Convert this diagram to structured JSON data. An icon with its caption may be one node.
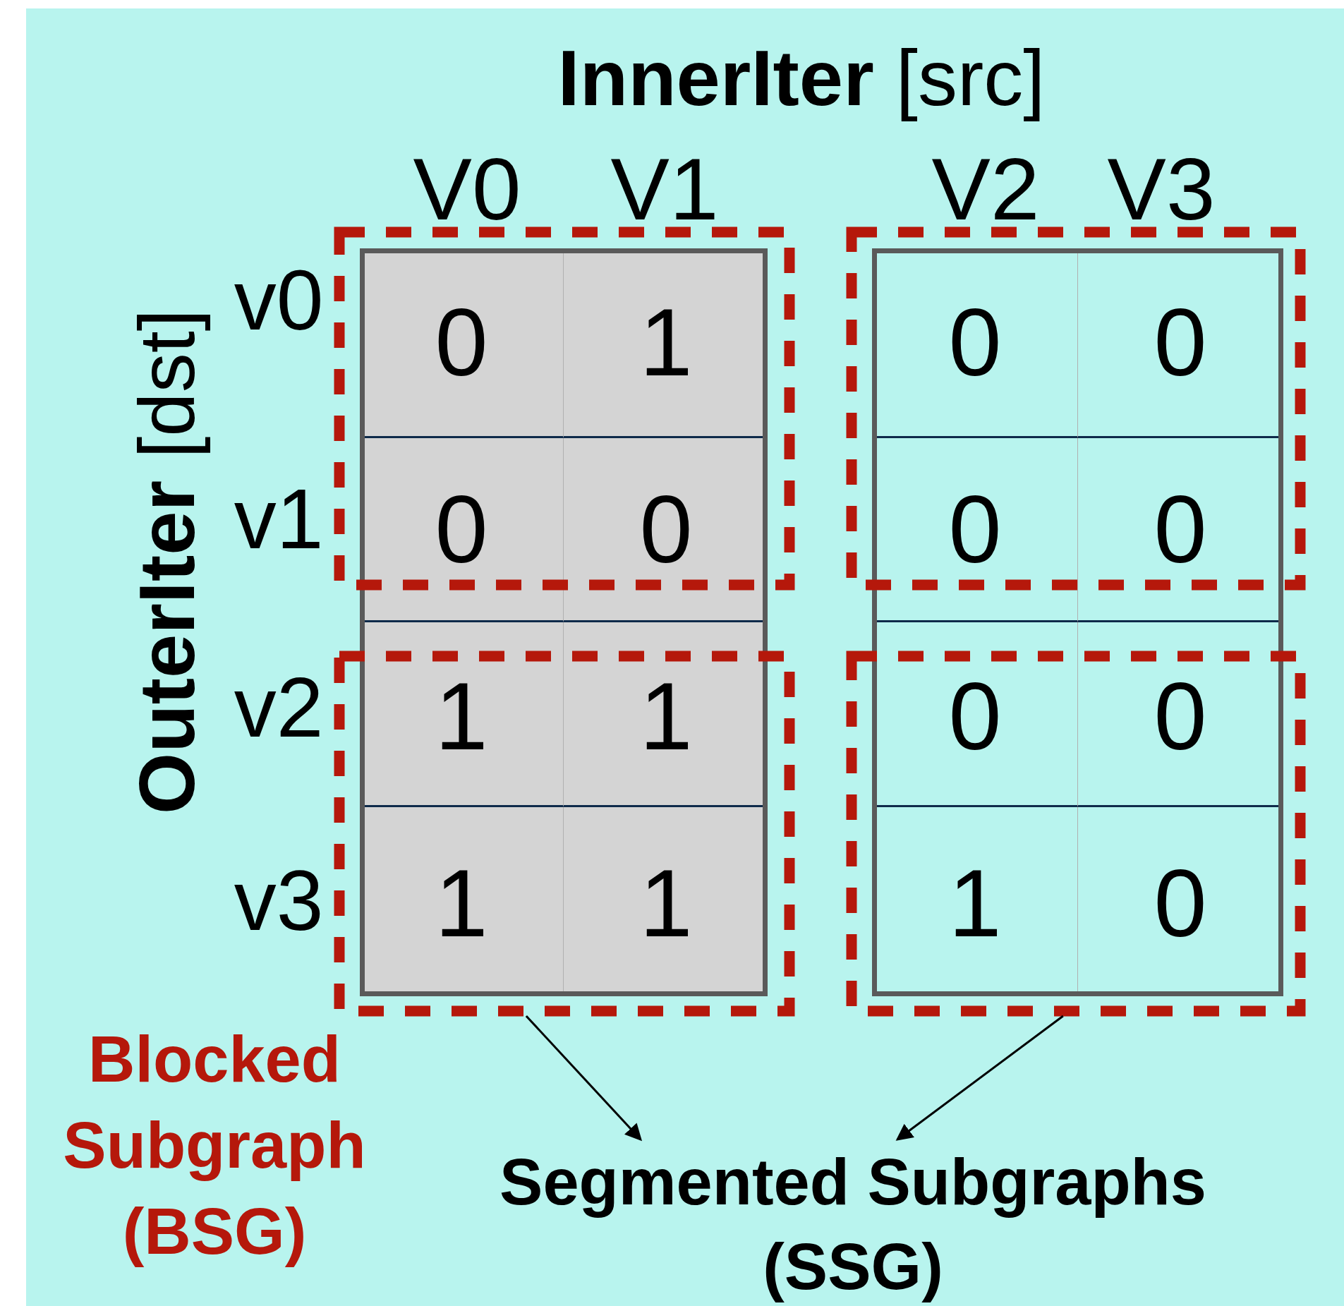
{
  "diagram": {
    "title": "**InnerIter** [src]",
    "nodes": [
      {
        "text": [],
        "shape": "box"
      },
      {
        "text": [],
        "shape": "box"
      },
      {
        "text": [
          "0",
          "1",
          "0",
          "0"
        ]
      },
      {
        "text": [
          "1",
          "1",
          "1",
          "1"
        ]
      },
      {
        "text": [
          "0",
          "0",
          "0",
          "0"
        ]
      },
      {
        "text": [
          "0",
          "0",
          "1",
          "0"
        ]
      },
      {
        "text": [
          "Segmented Subgraphs (SSG)"
        ]
      }
    ],
    "edges": [
      {
        "from": 3,
        "to": 6,
        "arrow": "to"
      },
      {
        "from": 5,
        "to": 6,
        "arrow": "to"
      }
    ],
    "labels": [
      "V0",
      "V1",
      "V2",
      "V3",
      "**OuterIter** [dst]",
      "v0",
      "v1",
      "v2",
      "v3",
      "Blocked Subgraph (BSG)"
    ]
  }
}
